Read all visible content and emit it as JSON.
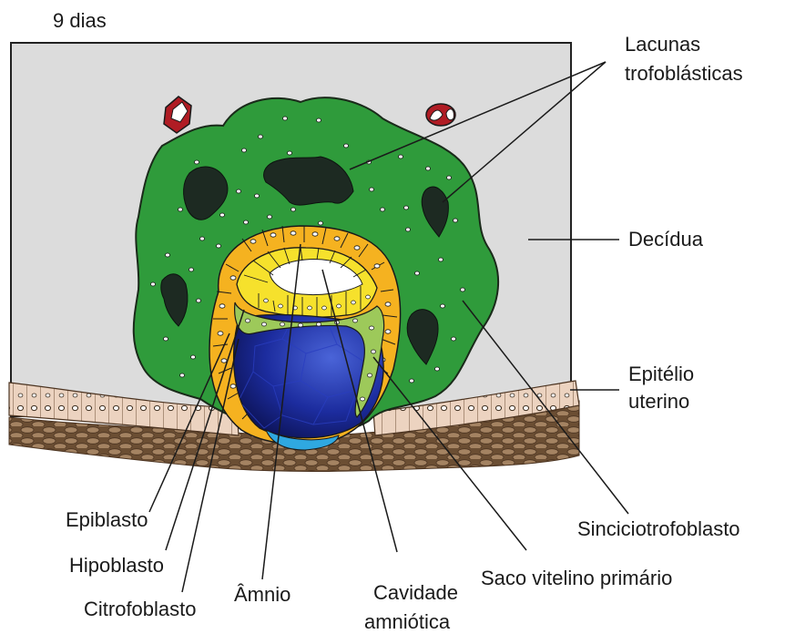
{
  "title": "9 dias",
  "labels": {
    "lacunas_line1": "Lacunas",
    "lacunas_line2": "trofoblásticas",
    "decidua": "Decídua",
    "epitelio_line1": "Epitélio",
    "epitelio_line2": "uterino",
    "sinciciotrofoblasto": "Sinciciotrofoblasto",
    "saco_vitelino": "Saco vitelino primário",
    "cavidade_line1": "Cavidade",
    "cavidade_line2": "amniótica",
    "amnio": "Âmnio",
    "citrofoblasto": "Citrofoblasto",
    "hipoblasto": "Hipoblasto",
    "epiblasto": "Epiblasto"
  },
  "colors": {
    "decidua": "#dcdcdc",
    "syncytiotrophoblast": "#2e9a3a",
    "lacuna": "#1c2a22",
    "cytotrophoblast": "#f5b21f",
    "epiblast": "#f6e12c",
    "hypoblast": "#9dc95a",
    "yolk_sac": "#1a2fa0",
    "uterine_epithelium": "#e8cdb8",
    "uterine_stroma": "#9b7a5a",
    "vessel": "#b01c24"
  }
}
